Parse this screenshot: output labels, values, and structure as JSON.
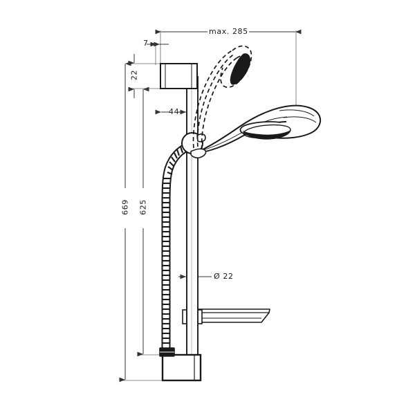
{
  "drawing": {
    "title": "Shower bar set technical dimension drawing",
    "product": "hand shower with shower bar, hose and soap dish",
    "background_color": "#ffffff",
    "line_color": "#1a1a1a",
    "dimension_line_color": "#555555",
    "units": "mm"
  },
  "dimensions": {
    "max_reach": {
      "label": "max. 285",
      "value": 285,
      "orientation": "horizontal",
      "position": "top"
    },
    "bracket_offset": {
      "label": "7",
      "value": 7,
      "orientation": "horizontal",
      "position": "top-left"
    },
    "bracket_height": {
      "label": "22",
      "value": 22,
      "orientation": "vertical",
      "position": "upper-left"
    },
    "bracket_depth": {
      "label": "44",
      "value": 44,
      "orientation": "horizontal",
      "position": "below-top-bracket"
    },
    "overall_height": {
      "label": "669",
      "value": 669,
      "orientation": "vertical",
      "position": "far-left"
    },
    "bar_length": {
      "label": "625",
      "value": 625,
      "orientation": "vertical",
      "position": "left"
    },
    "bar_diameter": {
      "label": "Ø 22",
      "value": 22,
      "orientation": "horizontal",
      "position": "mid-right-of-bar"
    }
  },
  "components": {
    "top_bracket": "top-wall-bracket",
    "bottom_bracket": "bottom-wall-bracket",
    "bar": "shower-bar",
    "slider": "slider-holder",
    "hose": "shower-hose",
    "handshower_solid": "handshower-horizontal-position",
    "handshower_dashed": "handshower-raised-position",
    "soap_dish": "soap-dish"
  }
}
